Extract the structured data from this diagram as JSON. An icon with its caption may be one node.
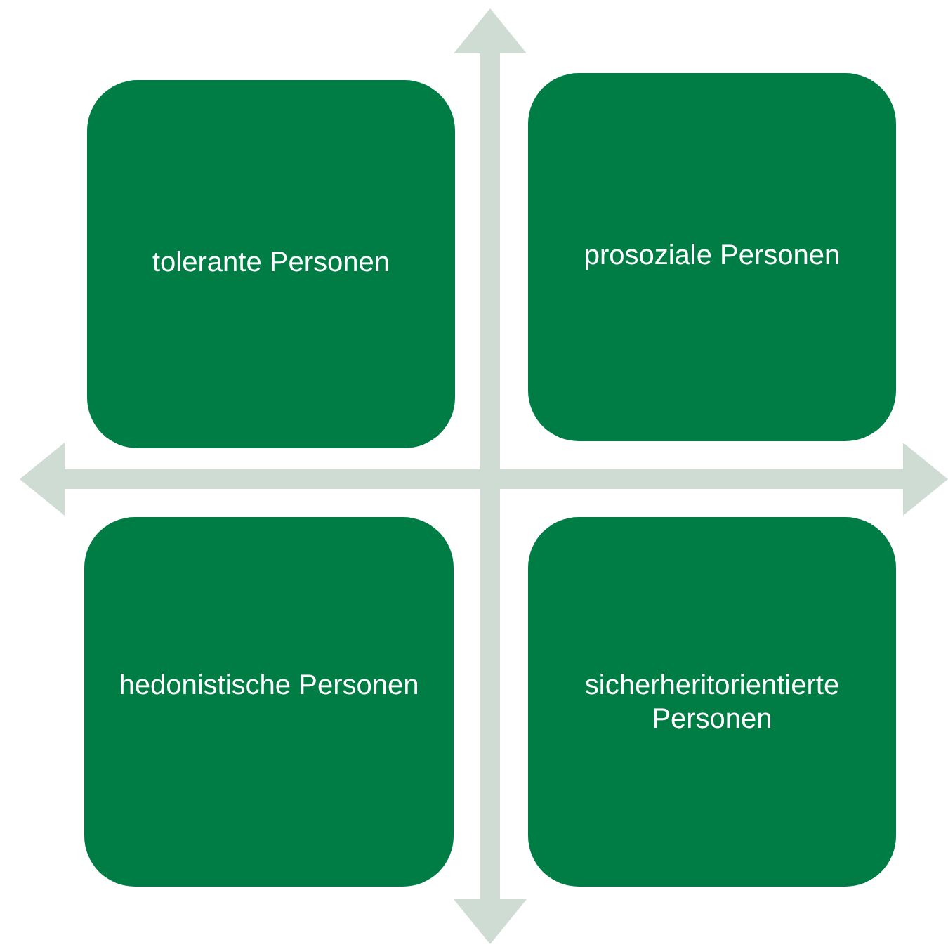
{
  "diagram": {
    "nodes": [
      {
        "text": [
          "tolerante Personen"
        ]
      },
      {
        "text": [
          "prosoziale Personen"
        ]
      },
      {
        "text": [
          "hedonistische Personen"
        ]
      },
      {
        "text": [
          "sicherheritorientierte Personen"
        ]
      }
    ]
  }
}
